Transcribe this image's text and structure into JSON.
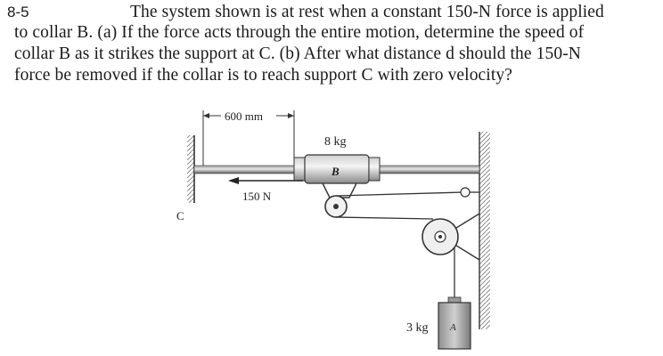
{
  "problem": {
    "number": "8-5",
    "line1": "The system shown is at rest when a constant 150-N force is applied",
    "line2": "to collar B.  (a) If the force acts through the entire motion, determine the speed of",
    "line3": "collar B as it strikes the support at C.  (b) After what distance d should the 150-N",
    "line4": "force be removed if the collar is to reach support C with zero velocity?"
  },
  "figure": {
    "dimension_label": "600 mm",
    "collar_mass": "8 kg",
    "collar_label": "B",
    "force_label": "150 N",
    "support_label": "C",
    "block_mass": "3 kg",
    "block_label": "A"
  }
}
